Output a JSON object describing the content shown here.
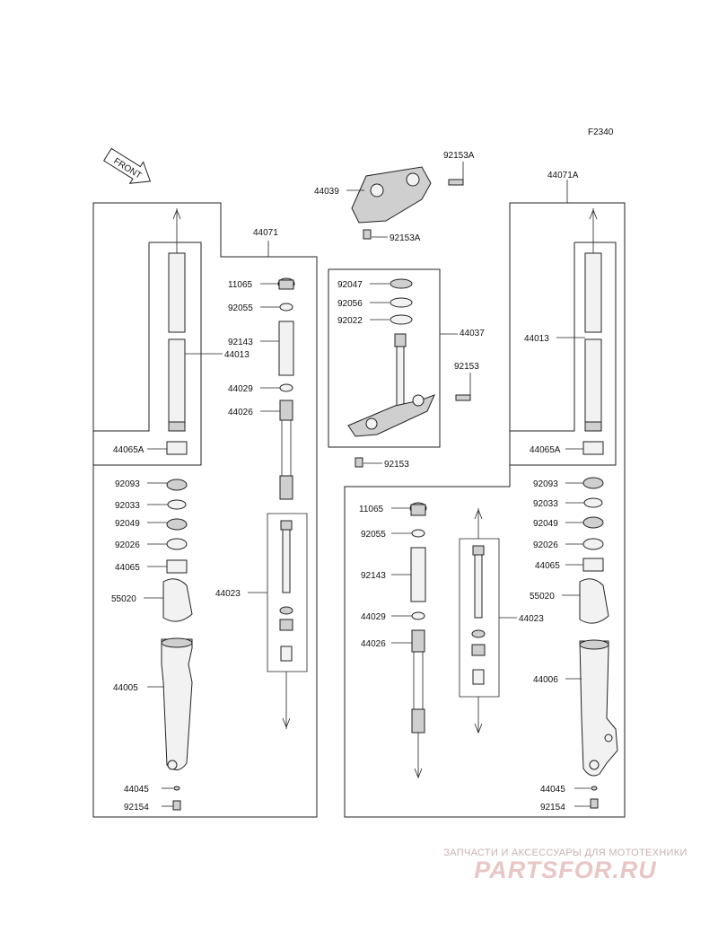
{
  "figure_code": "F2340",
  "front_label": "FRONT",
  "labels": {
    "l44071": "44071",
    "l44013": "44013",
    "l44065A": "44065A",
    "l92093": "92093",
    "l92033": "92033",
    "l92049": "92049",
    "l92026": "92026",
    "l44065": "44065",
    "l55020": "55020",
    "l44005": "44005",
    "l44045": "44045",
    "l92154": "92154",
    "l11065": "11065",
    "l92055": "92055",
    "l92143": "92143",
    "l44029": "44029",
    "l44026": "44026",
    "l44023": "44023",
    "l44039": "44039",
    "l92153A_top": "92153A",
    "l92153A_bot": "92153A",
    "l92047": "92047",
    "l92056": "92056",
    "l92022": "92022",
    "l44037": "44037",
    "l92153_r": "92153",
    "l92153_b": "92153",
    "l44071A": "44071A",
    "r44013": "44013",
    "r44065A": "44065A",
    "r92093": "92093",
    "r92033": "92033",
    "r92049": "92049",
    "r92026": "92026",
    "r44065": "44065",
    "r55020": "55020",
    "r44006": "44006",
    "r44045": "44045",
    "r92154": "92154",
    "r11065": "11065",
    "r92055": "92055",
    "r92143": "92143",
    "r44029": "44029",
    "r44026": "44026",
    "r44023": "44023"
  },
  "watermark": {
    "tagline": "ЗАПЧАСТИ И АКСЕССУАРЫ ДЛЯ МОТОТЕХНИКИ",
    "logo": "PARTSFOR.RU"
  }
}
